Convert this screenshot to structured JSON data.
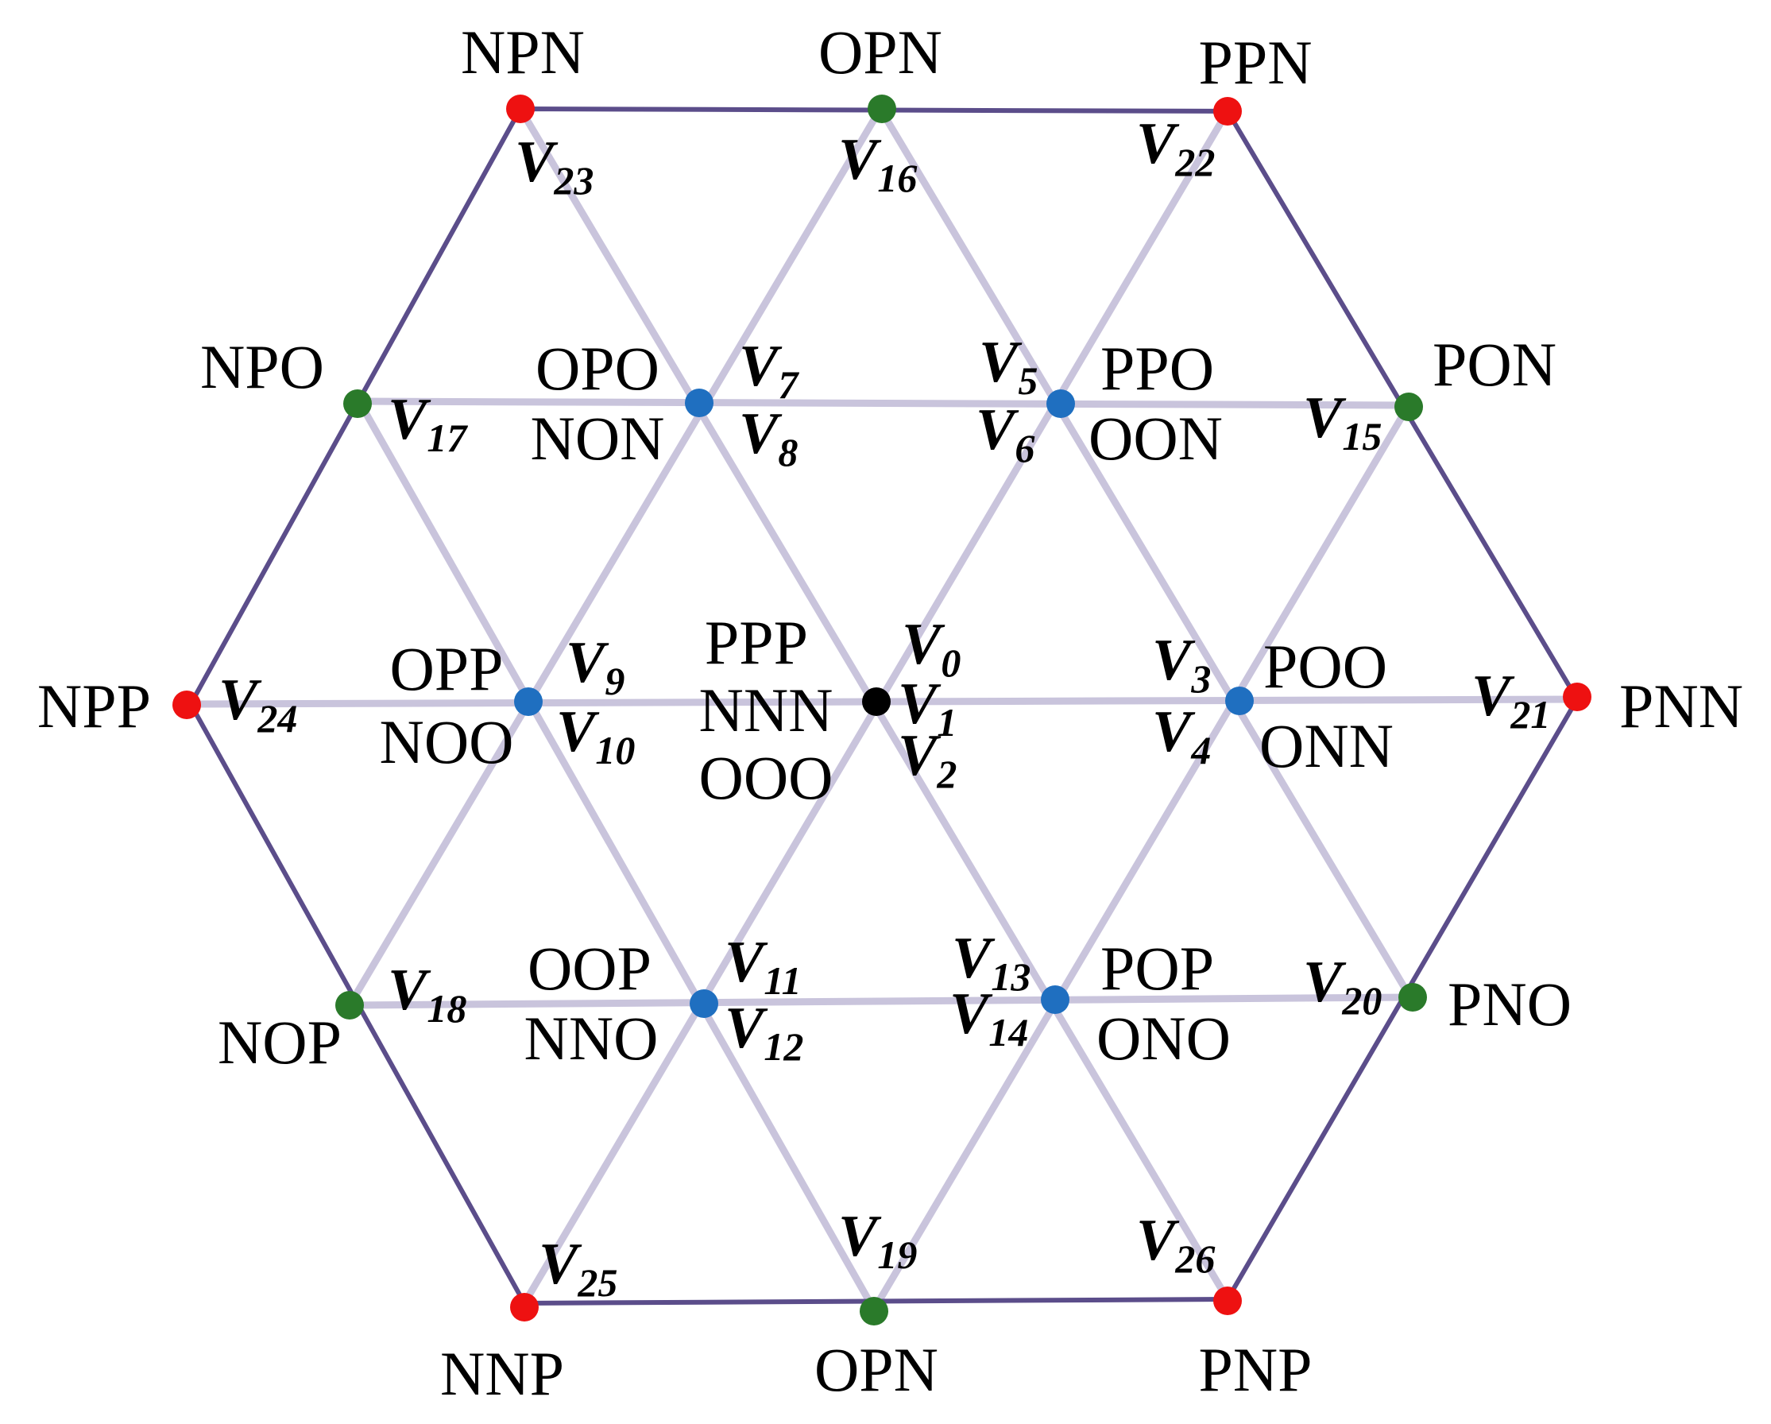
{
  "colors": {
    "outer_edge": "#5b4d8a",
    "inner_edge": "#c9c4dc",
    "large_vector": "#ee1111",
    "medium_vector": "#2a7a2a",
    "small_vector": "#1f6fc0",
    "zero_vector": "#000000"
  },
  "center": {
    "states": [
      "PPP",
      "NNN",
      "OOO"
    ],
    "vectors": [
      {
        "base": "V",
        "sub": "0"
      },
      {
        "base": "V",
        "sub": "1"
      },
      {
        "base": "V",
        "sub": "2"
      }
    ]
  },
  "small_vectors": [
    {
      "id": "right",
      "states": [
        "POO",
        "ONN"
      ],
      "vectors": [
        {
          "base": "V",
          "sub": "3"
        },
        {
          "base": "V",
          "sub": "4"
        }
      ]
    },
    {
      "id": "upper-right",
      "states": [
        "PPO",
        "OON"
      ],
      "vectors": [
        {
          "base": "V",
          "sub": "5"
        },
        {
          "base": "V",
          "sub": "6"
        }
      ]
    },
    {
      "id": "upper-left",
      "states": [
        "OPO",
        "NON"
      ],
      "vectors": [
        {
          "base": "V",
          "sub": "7"
        },
        {
          "base": "V",
          "sub": "8"
        }
      ]
    },
    {
      "id": "left",
      "states": [
        "OPP",
        "NOO"
      ],
      "vectors": [
        {
          "base": "V",
          "sub": "9"
        },
        {
          "base": "V",
          "sub": "10"
        }
      ]
    },
    {
      "id": "lower-left",
      "states": [
        "OOP",
        "NNO"
      ],
      "vectors": [
        {
          "base": "V",
          "sub": "11"
        },
        {
          "base": "V",
          "sub": "12"
        }
      ]
    },
    {
      "id": "lower-right",
      "states": [
        "POP",
        "ONO"
      ],
      "vectors": [
        {
          "base": "V",
          "sub": "13"
        },
        {
          "base": "V",
          "sub": "14"
        }
      ]
    }
  ],
  "medium_vectors": [
    {
      "id": "upper-right",
      "state": "PON",
      "vector": {
        "base": "V",
        "sub": "15"
      }
    },
    {
      "id": "top",
      "state": "OPN",
      "vector": {
        "base": "V",
        "sub": "16"
      }
    },
    {
      "id": "upper-left",
      "state": "NPO",
      "vector": {
        "base": "V",
        "sub": "17"
      }
    },
    {
      "id": "lower-left",
      "state": "NOP",
      "vector": {
        "base": "V",
        "sub": "18"
      }
    },
    {
      "id": "bottom",
      "state": "OPN",
      "vector": {
        "base": "V",
        "sub": "19"
      }
    },
    {
      "id": "lower-right",
      "state": "PNO",
      "vector": {
        "base": "V",
        "sub": "20"
      }
    }
  ],
  "large_vectors": [
    {
      "id": "right",
      "state": "PNN",
      "vector": {
        "base": "V",
        "sub": "21"
      }
    },
    {
      "id": "top-right",
      "state": "PPN",
      "vector": {
        "base": "V",
        "sub": "22"
      }
    },
    {
      "id": "top-left",
      "state": "NPN",
      "vector": {
        "base": "V",
        "sub": "23"
      }
    },
    {
      "id": "left",
      "state": "NPP",
      "vector": {
        "base": "V",
        "sub": "24"
      }
    },
    {
      "id": "bottom-left",
      "state": "NNP",
      "vector": {
        "base": "V",
        "sub": "25"
      }
    },
    {
      "id": "bottom-right",
      "state": "PNP",
      "vector": {
        "base": "V",
        "sub": "26"
      }
    }
  ]
}
